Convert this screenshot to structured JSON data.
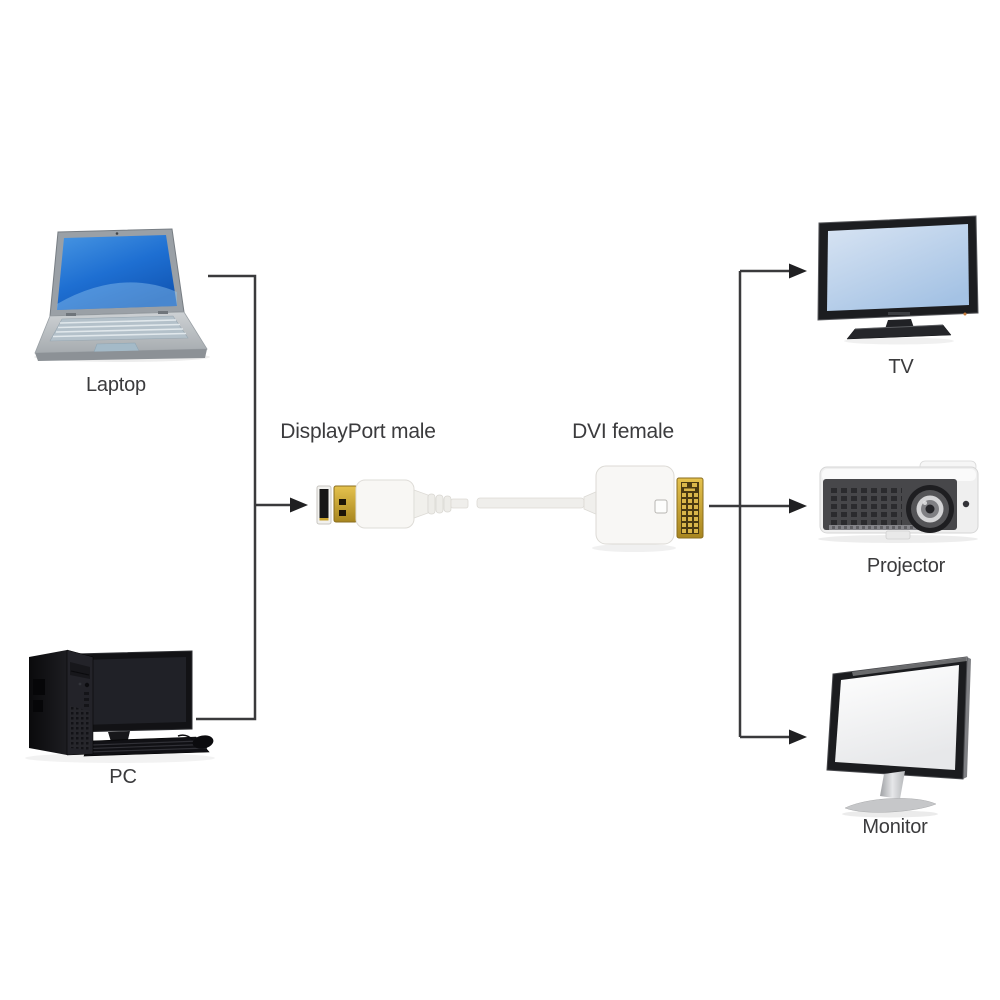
{
  "labels": {
    "laptop": "Laptop",
    "pc": "PC",
    "displayport": "DisplayPort male",
    "dvi": "DVI female",
    "tv": "TV",
    "projector": "Projector",
    "monitor": "Monitor"
  },
  "connections": [
    {
      "from": "Laptop",
      "to": "DisplayPort male"
    },
    {
      "from": "PC",
      "to": "DisplayPort male"
    },
    {
      "from": "DVI female",
      "to": "TV"
    },
    {
      "from": "DVI female",
      "to": "Projector"
    },
    {
      "from": "DVI female",
      "to": "Monitor"
    }
  ],
  "colors": {
    "line": "#3a3a3c",
    "arrowhead": "#202022",
    "text": "#3b3b3d",
    "laptop_screen_blue": "#1e6fd2",
    "tv_screen_blue": "#b9cfe9",
    "adapter_white": "#f8f7f4",
    "connector_gold": "#c8a12f",
    "projector_face": "#47474a",
    "device_black": "#1b1c1f"
  }
}
